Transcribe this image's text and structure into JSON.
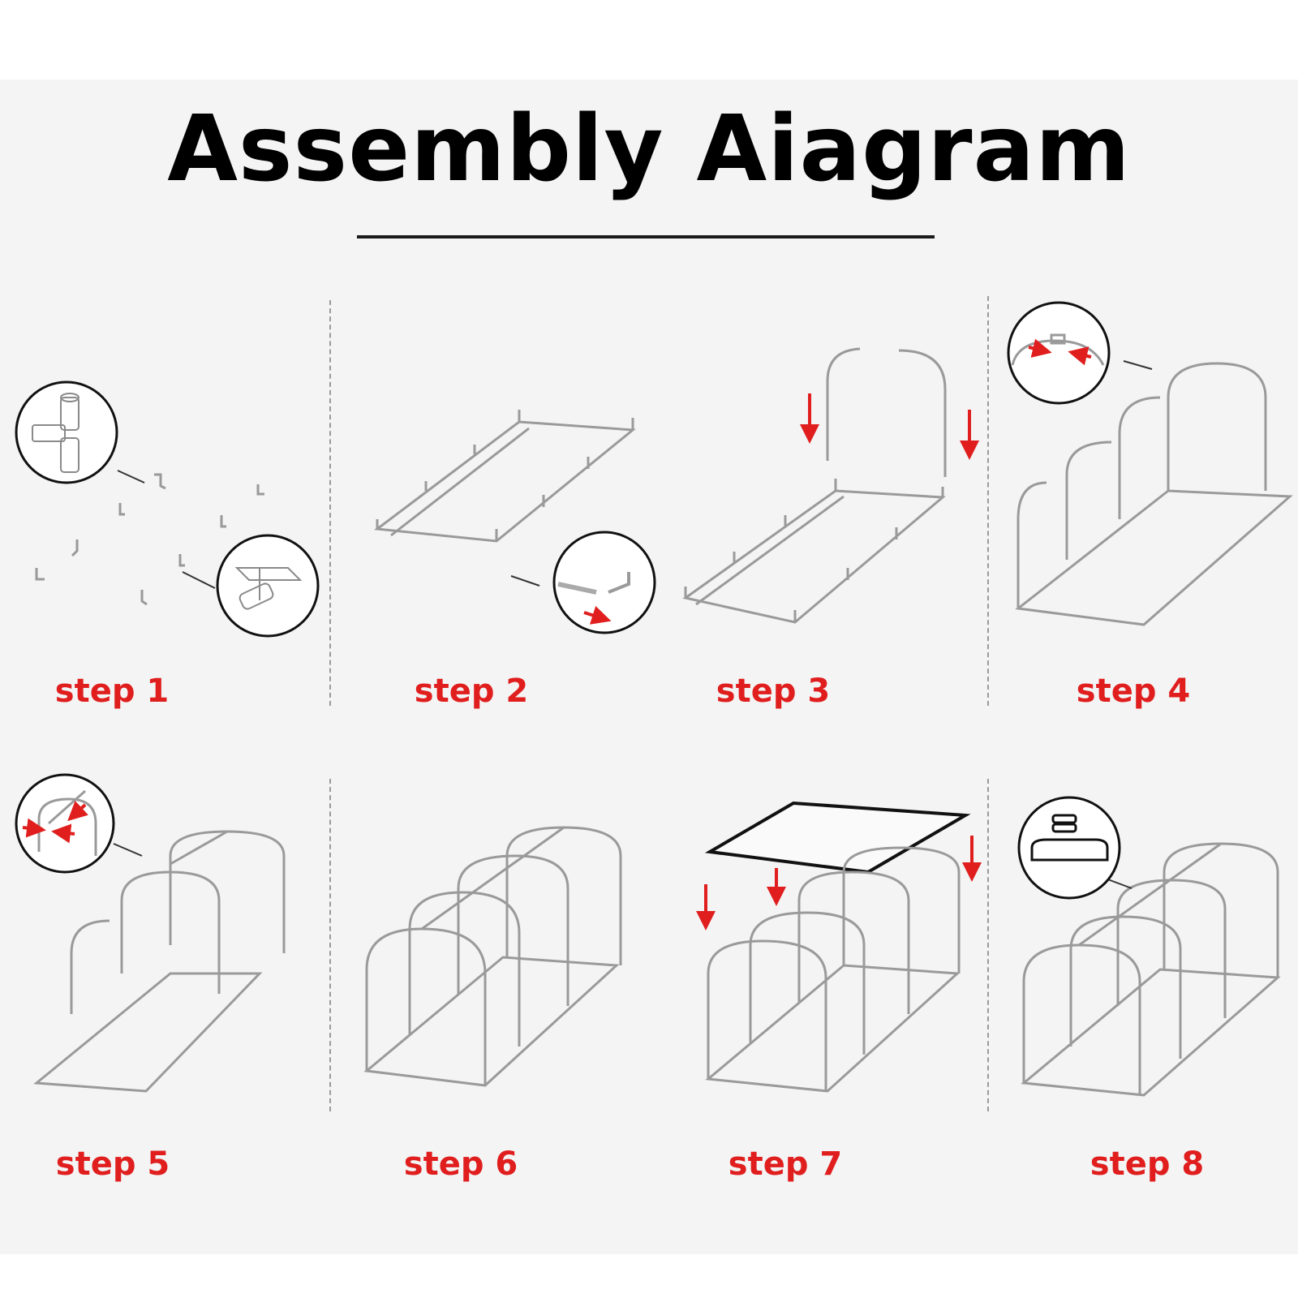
{
  "title": "Assembly Aiagram",
  "accent_color": "#e01e1e",
  "steps": [
    {
      "label": "step 1"
    },
    {
      "label": "step 2"
    },
    {
      "label": "step 3"
    },
    {
      "label": "step 4"
    },
    {
      "label": "step 5"
    },
    {
      "label": "step 6"
    },
    {
      "label": "step 7"
    },
    {
      "label": "step 8"
    }
  ]
}
